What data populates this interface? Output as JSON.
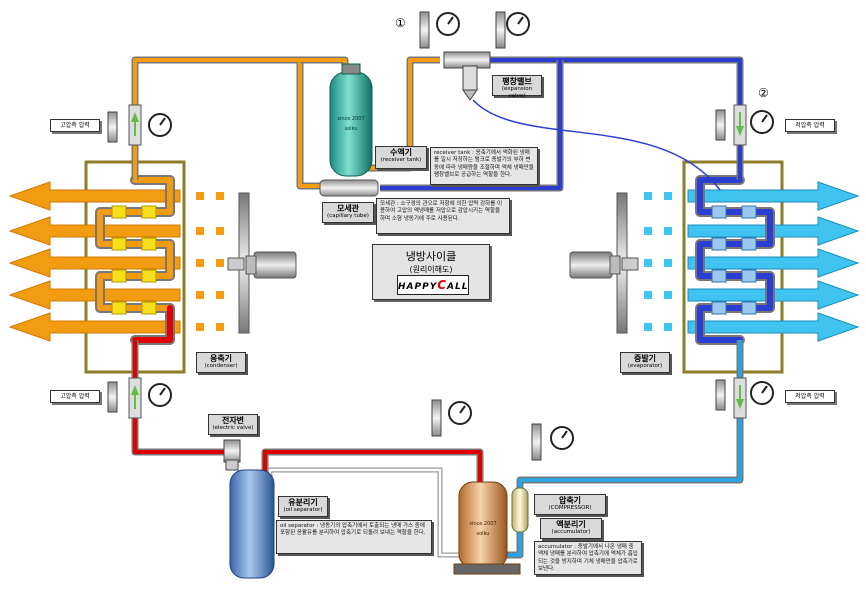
{
  "marker_1": "①",
  "marker_2": "②",
  "receiver": {
    "title": "수액기",
    "subtitle": "(receiver tank)",
    "body_text": "since 2007\nsolku",
    "note": "receiver tank : 응축기에서 액화된 냉매를 일시 저장하는 탱크로 증발기의 부하 변동에 따라 냉매량을 조절하며 액체 냉매만을 팽창밸브로 공급하는 역할을 한다."
  },
  "expansion": {
    "title": "팽창밸브",
    "subtitle": "(expansion valve)"
  },
  "capillary": {
    "title": "모세관",
    "subtitle": "(capillary tube)",
    "note": "모세관 : 소구경의 관으로 저항에 의한 압력 강하를 이용하여 고압의 액냉매를 저압으로 감압시키는 역할을 하며 소형 냉동기에 주로 사용된다."
  },
  "center": {
    "title": "냉방사이클",
    "subtitle": "(원리이해도)",
    "brand_a": "HAPPY",
    "brand_c": "C",
    "brand_b": "ALL"
  },
  "condenser": {
    "title": "응축기",
    "subtitle": "(condenser)"
  },
  "evaporator": {
    "title": "증발기",
    "subtitle": "(evaporator)"
  },
  "solenoid": {
    "title": "전자변",
    "subtitle": "(electric valve)"
  },
  "oil_separator": {
    "title": "유분리기",
    "subtitle": "(oil separator)",
    "body_text": "",
    "note": "oil separator : 냉동기의 압축기에서 토출되는 냉매 가스 중에 포함된 윤활유를 분리하여 압축기로 되돌려 보내는 역할을 한다."
  },
  "compressor": {
    "title": "압축기",
    "subtitle": "(COMPRESSOR)",
    "body_text": "since 2007\nsolku"
  },
  "accumulator": {
    "title": "액분리기",
    "subtitle": "(accumulator)",
    "note": "accumulator : 증발기에서 나온 냉매 중 액체 냉매를 분리하여 압축기에 액체가 흡입되는 것을 방지하며 기체 냉매만을 압축기로 보낸다."
  },
  "side_labels": {
    "top_left": "고압측 압력",
    "bottom_left": "고압측 압력",
    "top_right": "저압측 압력",
    "bottom_right": "저압측 압력"
  },
  "colors": {
    "hot_gas": "#e00000",
    "liquid": "#f39c12",
    "cold": "#2a3fd1",
    "suction": "#29a3e3",
    "frame": "#8b7d2a"
  }
}
